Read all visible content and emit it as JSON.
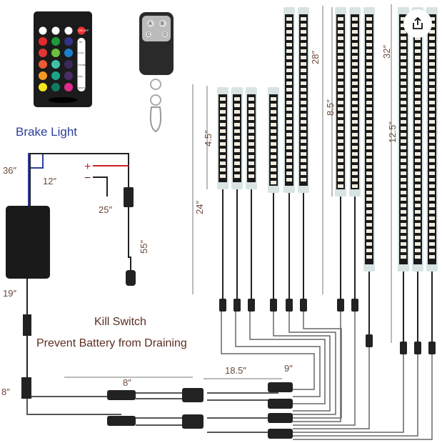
{
  "remote": {
    "on_off": "ON OFF",
    "w": "W",
    "side_buttons": [
      "FLASH",
      "STROBE",
      "FADE",
      "SMOOTH"
    ],
    "colors": [
      "#e32b2b",
      "#1e9a3c",
      "#33338a",
      "#e23535",
      "#6cc040",
      "#1e7fd0",
      "#ee5a32",
      "#3fc0a8",
      "#3a2a5a",
      "#f59a25",
      "#1aa48a",
      "#4a2c6a",
      "#f4e61c",
      "#0f7a5e",
      "#e02a8c"
    ]
  },
  "keyfob": {
    "buttons": [
      "A",
      "B",
      "C",
      "D"
    ]
  },
  "labels": {
    "brake_light": "Brake Light",
    "kill_switch": "Kill Switch",
    "prevent": "Prevent Battery from Draining",
    "plus": "+",
    "minus": "−"
  },
  "dimensions": {
    "d36": "36″",
    "d12": "12″",
    "d25": "25″",
    "d55": "55″",
    "d19": "19″",
    "d8_left": "8″",
    "d8_mid": "8″",
    "d18_5": "18.5″",
    "d9": "9″",
    "d4_5": "4.5″",
    "d24": "24″",
    "d28": "28″",
    "d8_5": "8.5″",
    "d32": "32″",
    "d12_5": "12.5″"
  },
  "share": {
    "icon": "share-icon"
  }
}
